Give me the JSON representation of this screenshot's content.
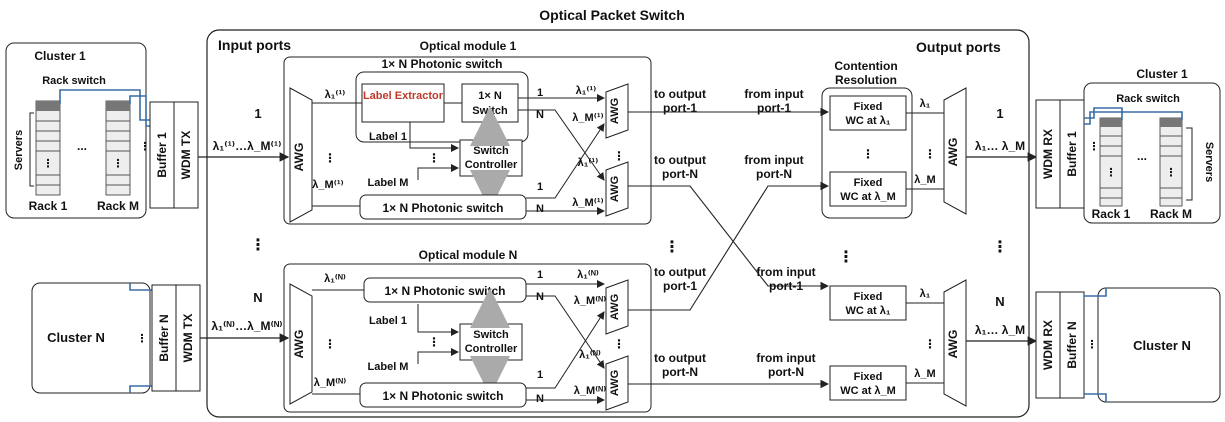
{
  "title": "Optical Packet Switch",
  "input_ports_label": "Input ports",
  "output_ports_label": "Output  ports",
  "cluster_top_label": "Cluster 1",
  "cluster_n_label": "Cluster N",
  "rack_switch_label": "Rack switch",
  "servers_label": "Servers",
  "rack_1_label": "Rack 1",
  "rack_m_label": "Rack M",
  "dots_h": "...",
  "dots_v": "⋮",
  "buffer_1_label": "Buffer 1",
  "buffer_n_label": "Buffer N",
  "wdm_tx_label": "WDM TX",
  "wdm_rx_label": "WDM RX",
  "port_1_label": "1",
  "port_n_label": "N",
  "input_wavelengths_1": "λ₁⁽¹⁾…λ_M⁽¹⁾",
  "input_wavelengths_n": "λ₁⁽ᴺ⁾…λ_M⁽ᴺ⁾",
  "module_1_label": "Optical module 1",
  "module_n_label": "Optical module N",
  "photonic_switch_label": "1× N Photonic switch",
  "photonic_switch_bottom_label": "1× N Photonic switch",
  "label_extractor": "Label Extractor",
  "small_switch_line1": "1× N",
  "small_switch_line2": "Switch",
  "switch_controller_line1": "Switch",
  "switch_controller_line2": "Controller",
  "label_1": "Label 1",
  "label_m": "Label M",
  "awg_label": "AWG",
  "out_1": "1",
  "out_n": "N",
  "lambda1_1": "λ₁⁽¹⁾",
  "lambdaM_1": "λ_M⁽¹⁾",
  "lambda1_n": "λ₁⁽ᴺ⁾",
  "lambdaM_n": "λ_M⁽ᴺ⁾",
  "to_output_port_1_line1": "to output",
  "to_output_port_1_line2": "port-1",
  "to_output_port_n_line1": "to output",
  "to_output_port_n_line2": "port-N",
  "from_input_port_1_line1": "from input",
  "from_input_port_1_line2": "port-1",
  "from_input_port_n_line1": "from input",
  "from_input_port_n_line2": "port-N",
  "contention_line1": "Contention",
  "contention_line2": "Resolution",
  "fixed_wc_line1": "Fixed",
  "fixed_wc_lambda1": "WC at λ₁",
  "fixed_wc_lambdaM": "WC at λ_M",
  "lambda_1": "λ₁",
  "lambda_M": "λ_M",
  "output_wavelengths": "λ₁… λ_M",
  "colors": {
    "line": "#222222",
    "blue": "#3a6ea5",
    "red": "#c0392b",
    "grey": "#bdbdbd"
  }
}
